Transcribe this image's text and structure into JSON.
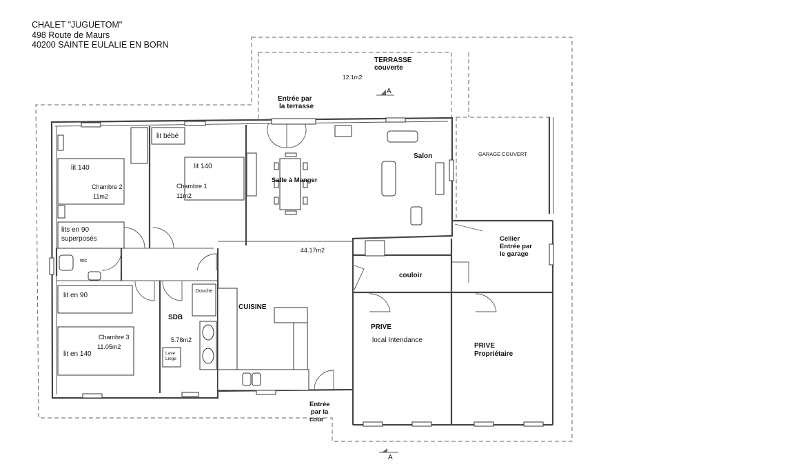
{
  "header": {
    "line1": "CHALET \"JUGUETOM\"",
    "line2": "498 Route de Maurs",
    "line3": "40200 SAINTE EULALIE EN BORN"
  },
  "labels": {
    "terrasse": "TERRASSE",
    "couverte": "couverte",
    "terrasse_area": "12.1m2",
    "entree_terrasse_1": "Entrée par",
    "entree_terrasse_2": "la terrasse",
    "section_mark": "A",
    "lit_bebe": "lit bébé",
    "lit140_c2": "lit 140",
    "lit140_c1": "lit 140",
    "chambre2": "Chambre 2",
    "chambre2_area": "11m2",
    "chambre1": "Chambre 1",
    "chambre1_area": "11m2",
    "lits90_1": "lits en 90",
    "lits90_2": "superposés",
    "salle_manger": "Salle à Manger",
    "salon": "Salon",
    "garage": "GARAGE COUVERT",
    "wc": "wc",
    "main_area": "44.17m2",
    "cellier_1": "Cellier",
    "cellier_2": "Entrée par",
    "cellier_3": "le garage",
    "couloir": "couloir",
    "lit90": "lit en 90",
    "douche": "Douche",
    "cuisine": "CUISINE",
    "sdb": "SDB",
    "sdb_area": "5.78m2",
    "lave_1": "Lave",
    "lave_2": "Linge",
    "chambre3": "Chambre 3",
    "chambre3_area": "11.05m2",
    "lit140_c3": "lit en 140",
    "prive1": "PRIVE",
    "local_intendance": "local Intendance",
    "prive2": "PRIVE",
    "proprietaire": "Propriétaire",
    "entree_cour_1": "Entrée",
    "entree_cour_2": "par la",
    "entree_cour_3": "cour"
  }
}
